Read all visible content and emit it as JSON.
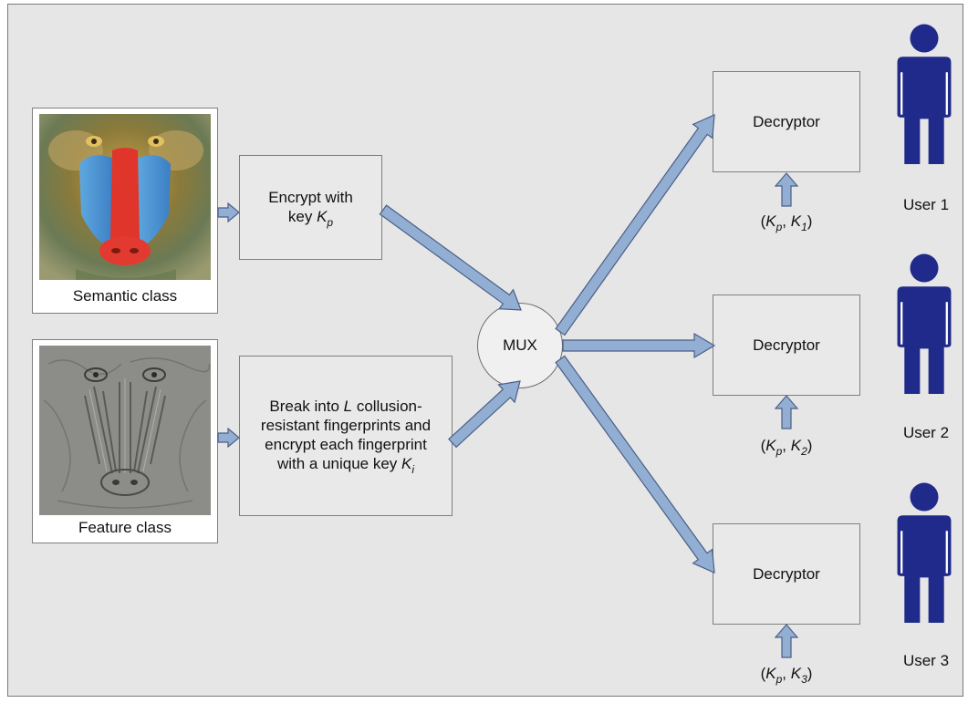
{
  "images": [
    {
      "caption": "Semantic class",
      "image": "mandrill-face-color"
    },
    {
      "caption": "Feature class",
      "image": "mandrill-face-edge-features"
    }
  ],
  "encrypt_box": {
    "text": "Encrypt with key",
    "key_symbol": "K",
    "key_subscript": "p"
  },
  "break_box": {
    "line1_prefix": "Break into ",
    "line1_symbol": "L",
    "rest": "collusion-resistant fingerprints and encrypt each fingerprint with a unique key ",
    "key_symbol": "K",
    "key_subscript": "i"
  },
  "mux": {
    "label": "MUX"
  },
  "decryptors": [
    {
      "label": "Decryptor",
      "key_p": "K",
      "key_p_sub": "p",
      "key_u": "K",
      "key_u_sub": "1",
      "user": "User 1"
    },
    {
      "label": "Decryptor",
      "key_p": "K",
      "key_p_sub": "p",
      "key_u": "K",
      "key_u_sub": "2",
      "user": "User 2"
    },
    {
      "label": "Decryptor",
      "key_p": "K",
      "key_p_sub": "p",
      "key_u": "K",
      "key_u_sub": "3",
      "user": "User 3"
    }
  ],
  "colors": {
    "arrow_fill": "#93aed3",
    "arrow_stroke": "#4a5f86",
    "user_figure": "#1f2a8a",
    "panel_bg": "#e6e6e6"
  }
}
